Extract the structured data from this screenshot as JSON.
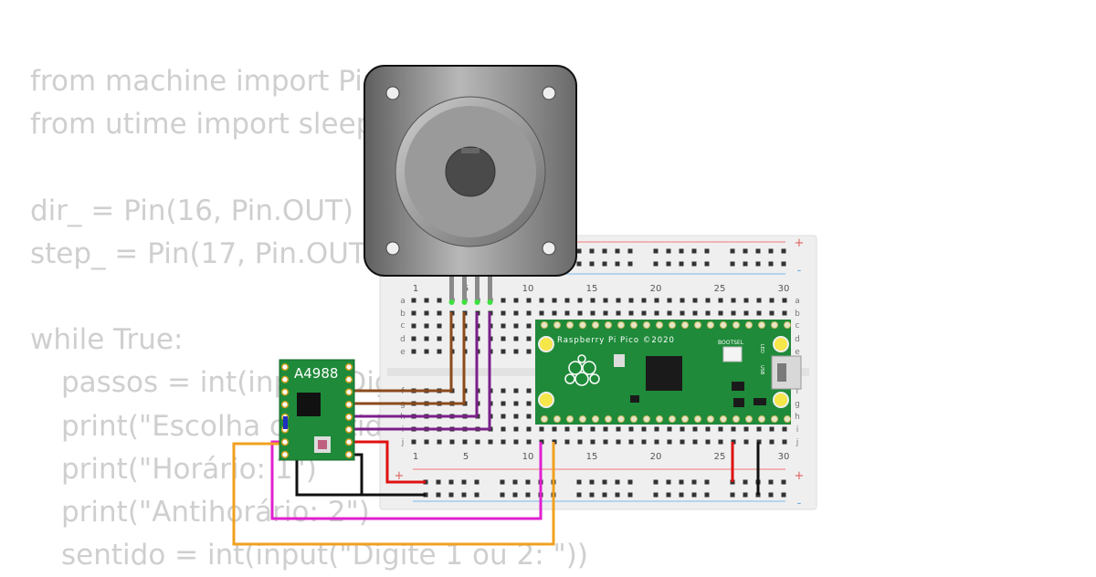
{
  "code": {
    "lines": [
      {
        "text": "from machine import Pin",
        "indent": 0
      },
      {
        "text": "from utime import sleep",
        "indent": 0
      },
      {
        "text": "",
        "indent": 0
      },
      {
        "text": "dir_ = Pin(16, Pin.OUT)",
        "indent": 0
      },
      {
        "text": "step_ = Pin(17, Pin.OUT)",
        "indent": 0
      },
      {
        "text": "",
        "indent": 0
      },
      {
        "text": "while True:",
        "indent": 0
      },
      {
        "text": "passos = int(input(\"Digi",
        "indent": 1
      },
      {
        "text": "print(\"Escolha o sentido",
        "indent": 1
      },
      {
        "text": "print(\"Horário: 1\")",
        "indent": 1
      },
      {
        "text": "print(\"Antihorário: 2\")",
        "indent": 1
      },
      {
        "text": "sentido = int(input(\"Digite 1 ou 2: \"))",
        "indent": 1
      }
    ]
  },
  "breadboard": {
    "column_numbers": [
      "1",
      "5",
      "10",
      "15",
      "20",
      "25",
      "30"
    ],
    "row_letters_top": [
      "a",
      "b",
      "c",
      "d",
      "e"
    ],
    "row_letters_bottom": [
      "f",
      "g",
      "h",
      "i",
      "j"
    ],
    "rail_plus": "+",
    "rail_minus": "-"
  },
  "driver": {
    "label": "A4988"
  },
  "pico": {
    "label": "Raspberry Pi Pico ©2020",
    "bootsel": "BOOTSEL",
    "led": "LED",
    "usb": "USB"
  },
  "colors": {
    "wire_brown": "#8b4a1c",
    "wire_purple": "#7a1f8a",
    "wire_black": "#111111",
    "wire_red": "#e01010",
    "wire_magenta": "#e020d0",
    "wire_orange": "#f0a020",
    "pcb_green": "#1f8a3a",
    "motor_gray": "#9a9a9a"
  }
}
